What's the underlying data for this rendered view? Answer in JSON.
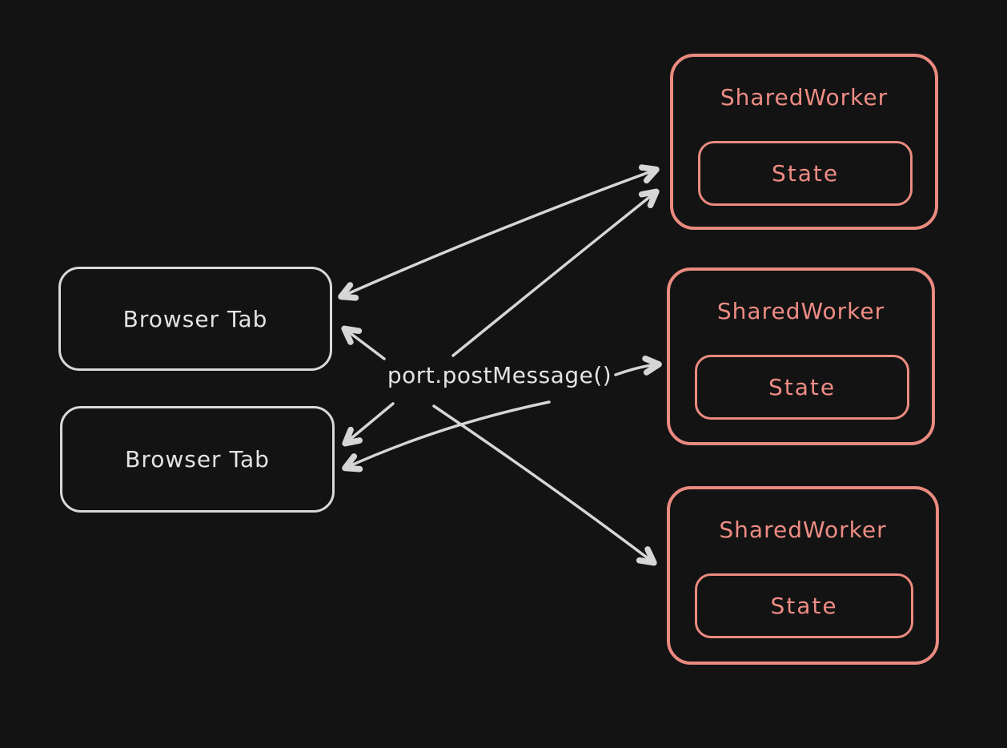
{
  "diagram": {
    "center_label": "port.postMessage()",
    "browser_tabs": [
      {
        "label": "Browser Tab"
      },
      {
        "label": "Browser Tab"
      }
    ],
    "shared_workers": [
      {
        "label": "SharedWorker",
        "state": "State"
      },
      {
        "label": "SharedWorker",
        "state": "State"
      },
      {
        "label": "SharedWorker",
        "state": "State"
      }
    ],
    "edges": [
      {
        "from": "browser-tab-1",
        "to": "shared-worker-1",
        "bidirectional": true
      },
      {
        "from": "center-label",
        "to": "browser-tab-1"
      },
      {
        "from": "center-label",
        "to": "shared-worker-1"
      },
      {
        "from": "center-label",
        "to": "browser-tab-2"
      },
      {
        "from": "center-label",
        "to": "browser-tab-2"
      },
      {
        "from": "center-label",
        "to": "shared-worker-2"
      },
      {
        "from": "center-label",
        "to": "shared-worker-3"
      }
    ],
    "colors": {
      "background": "#131313",
      "tab_stroke": "#d9d9d9",
      "worker_stroke": "#ea8a80",
      "arrow": "#d6d6d6",
      "tab_text": "#e3e3e3",
      "worker_text": "#ee8c84"
    }
  }
}
